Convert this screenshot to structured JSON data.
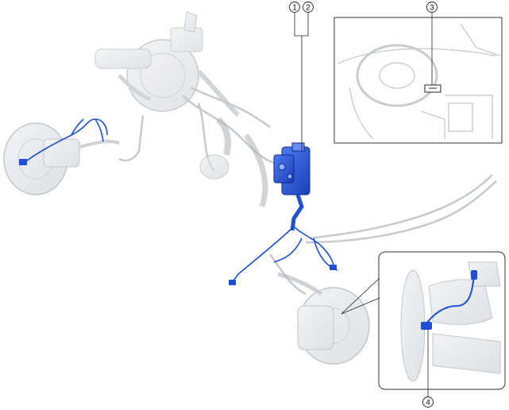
{
  "callouts": {
    "c1": "1",
    "c2": "2",
    "c3": "3",
    "c4": "4"
  },
  "colors": {
    "harness": "#1f4fd6",
    "component": "#9aa3ab",
    "line": "#222222",
    "frame": "#333333"
  }
}
